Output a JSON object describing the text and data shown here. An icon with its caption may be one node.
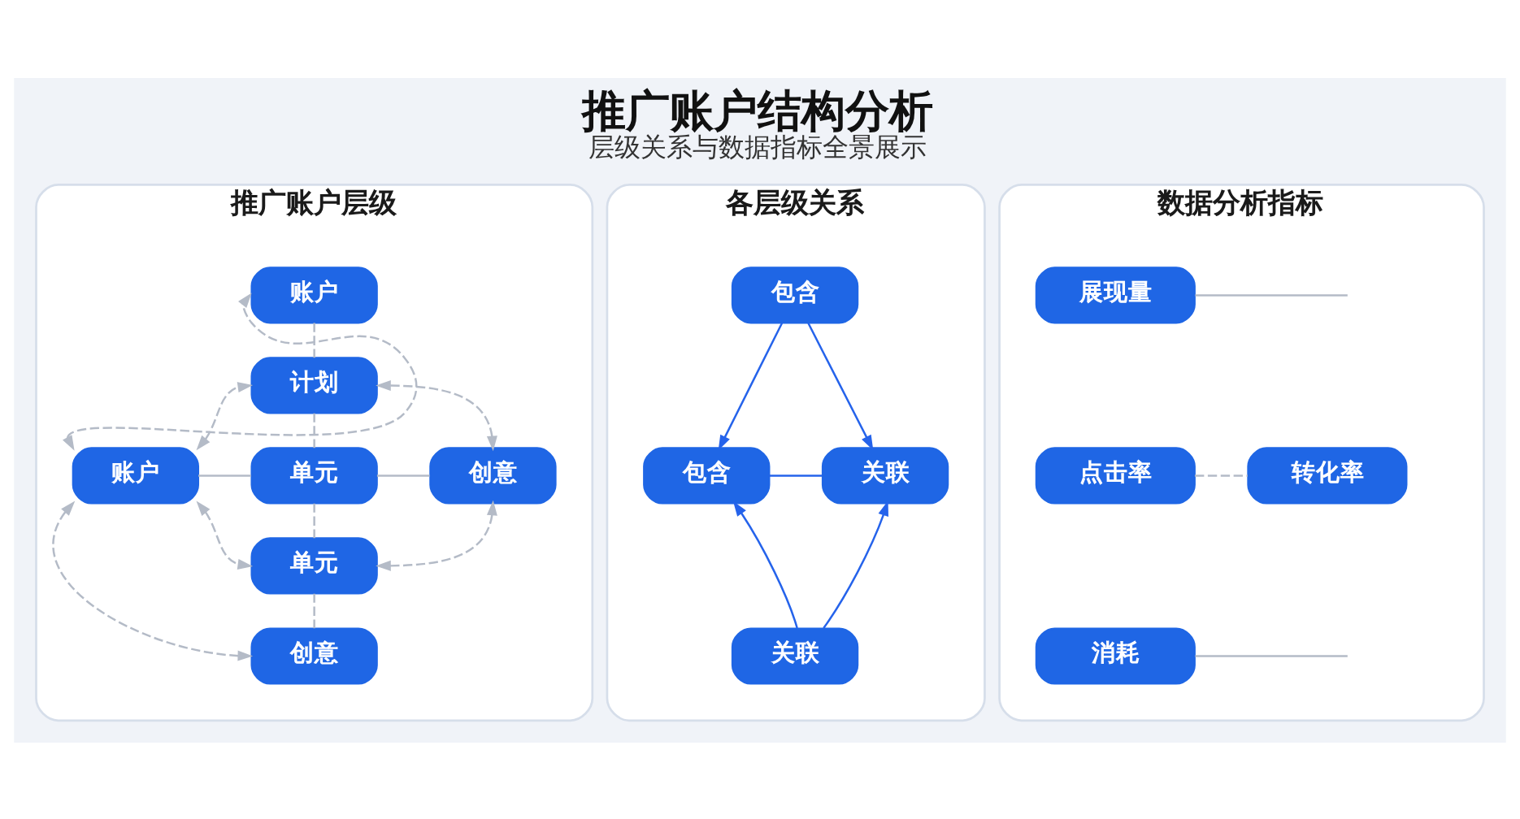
{
  "diagram": {
    "title": "推广账户结构分析",
    "caption": "层级关系与数据指标全景展示",
    "nodes": [
      {
        "text": [
          "推广账户层级"
        ]
      },
      {
        "text": [
          "账户"
        ],
        "in": 0
      },
      {
        "text": [
          "计划"
        ],
        "in": 0
      },
      {
        "text": [
          "账户"
        ],
        "in": 0
      },
      {
        "text": [
          "单元"
        ],
        "in": 0
      },
      {
        "text": [
          "创意"
        ],
        "in": 0
      },
      {
        "text": [
          "单元"
        ],
        "in": 0
      },
      {
        "text": [
          "创意"
        ],
        "in": 0
      },
      {
        "text": [
          "各层级关系"
        ]
      },
      {
        "text": [
          "包含"
        ],
        "in": 8
      },
      {
        "text": [
          "包含"
        ],
        "in": 8
      },
      {
        "text": [
          "关联"
        ],
        "in": 8
      },
      {
        "text": [
          "关联"
        ],
        "in": 8
      },
      {
        "text": [
          "数据分析指标"
        ]
      },
      {
        "text": [
          "展现量"
        ],
        "in": 13
      },
      {
        "text": [
          "点击率"
        ],
        "in": 13
      },
      {
        "text": [
          "转化率"
        ],
        "in": 13
      },
      {
        "text": [
          "消耗"
        ],
        "in": 13
      }
    ],
    "edges": [
      {
        "from": 3,
        "to": 1,
        "arrow": "both",
        "style": "dashed"
      },
      {
        "from": 3,
        "to": 2,
        "arrow": "both",
        "style": "dashed"
      },
      {
        "from": 3,
        "to": 6,
        "arrow": "both",
        "style": "dashed"
      },
      {
        "from": 3,
        "to": 7,
        "arrow": "both",
        "style": "dashed"
      },
      {
        "from": 5,
        "to": 2,
        "arrow": "both",
        "style": "dashed"
      },
      {
        "from": 5,
        "to": 6,
        "arrow": "both",
        "style": "dashed"
      },
      {
        "from": 1,
        "to": 2,
        "arrow": "none",
        "style": "dashed"
      },
      {
        "from": 2,
        "to": 4,
        "arrow": "none",
        "style": "dashed"
      },
      {
        "from": 4,
        "to": 6,
        "arrow": "none",
        "style": "dashed"
      },
      {
        "from": 6,
        "to": 7,
        "arrow": "none",
        "style": "dashed"
      },
      {
        "from": 3,
        "to": 4,
        "arrow": "none"
      },
      {
        "from": 4,
        "to": 5,
        "arrow": "none"
      },
      {
        "from": 9,
        "to": 10,
        "arrow": "to",
        "color": "#2563eb"
      },
      {
        "from": 9,
        "to": 11,
        "arrow": "to",
        "color": "#2563eb"
      },
      {
        "from": 10,
        "to": 11,
        "arrow": "none",
        "color": "#2563eb"
      },
      {
        "from": 12,
        "to": 10,
        "arrow": "to",
        "color": "#2563eb"
      },
      {
        "from": 12,
        "to": 11,
        "arrow": "to",
        "color": "#2563eb"
      },
      {
        "from": 14,
        "to": null,
        "arrow": "none"
      },
      {
        "from": 15,
        "to": 16,
        "arrow": "none",
        "style": "dashed"
      },
      {
        "from": 17,
        "to": null,
        "arrow": "none"
      }
    ]
  }
}
